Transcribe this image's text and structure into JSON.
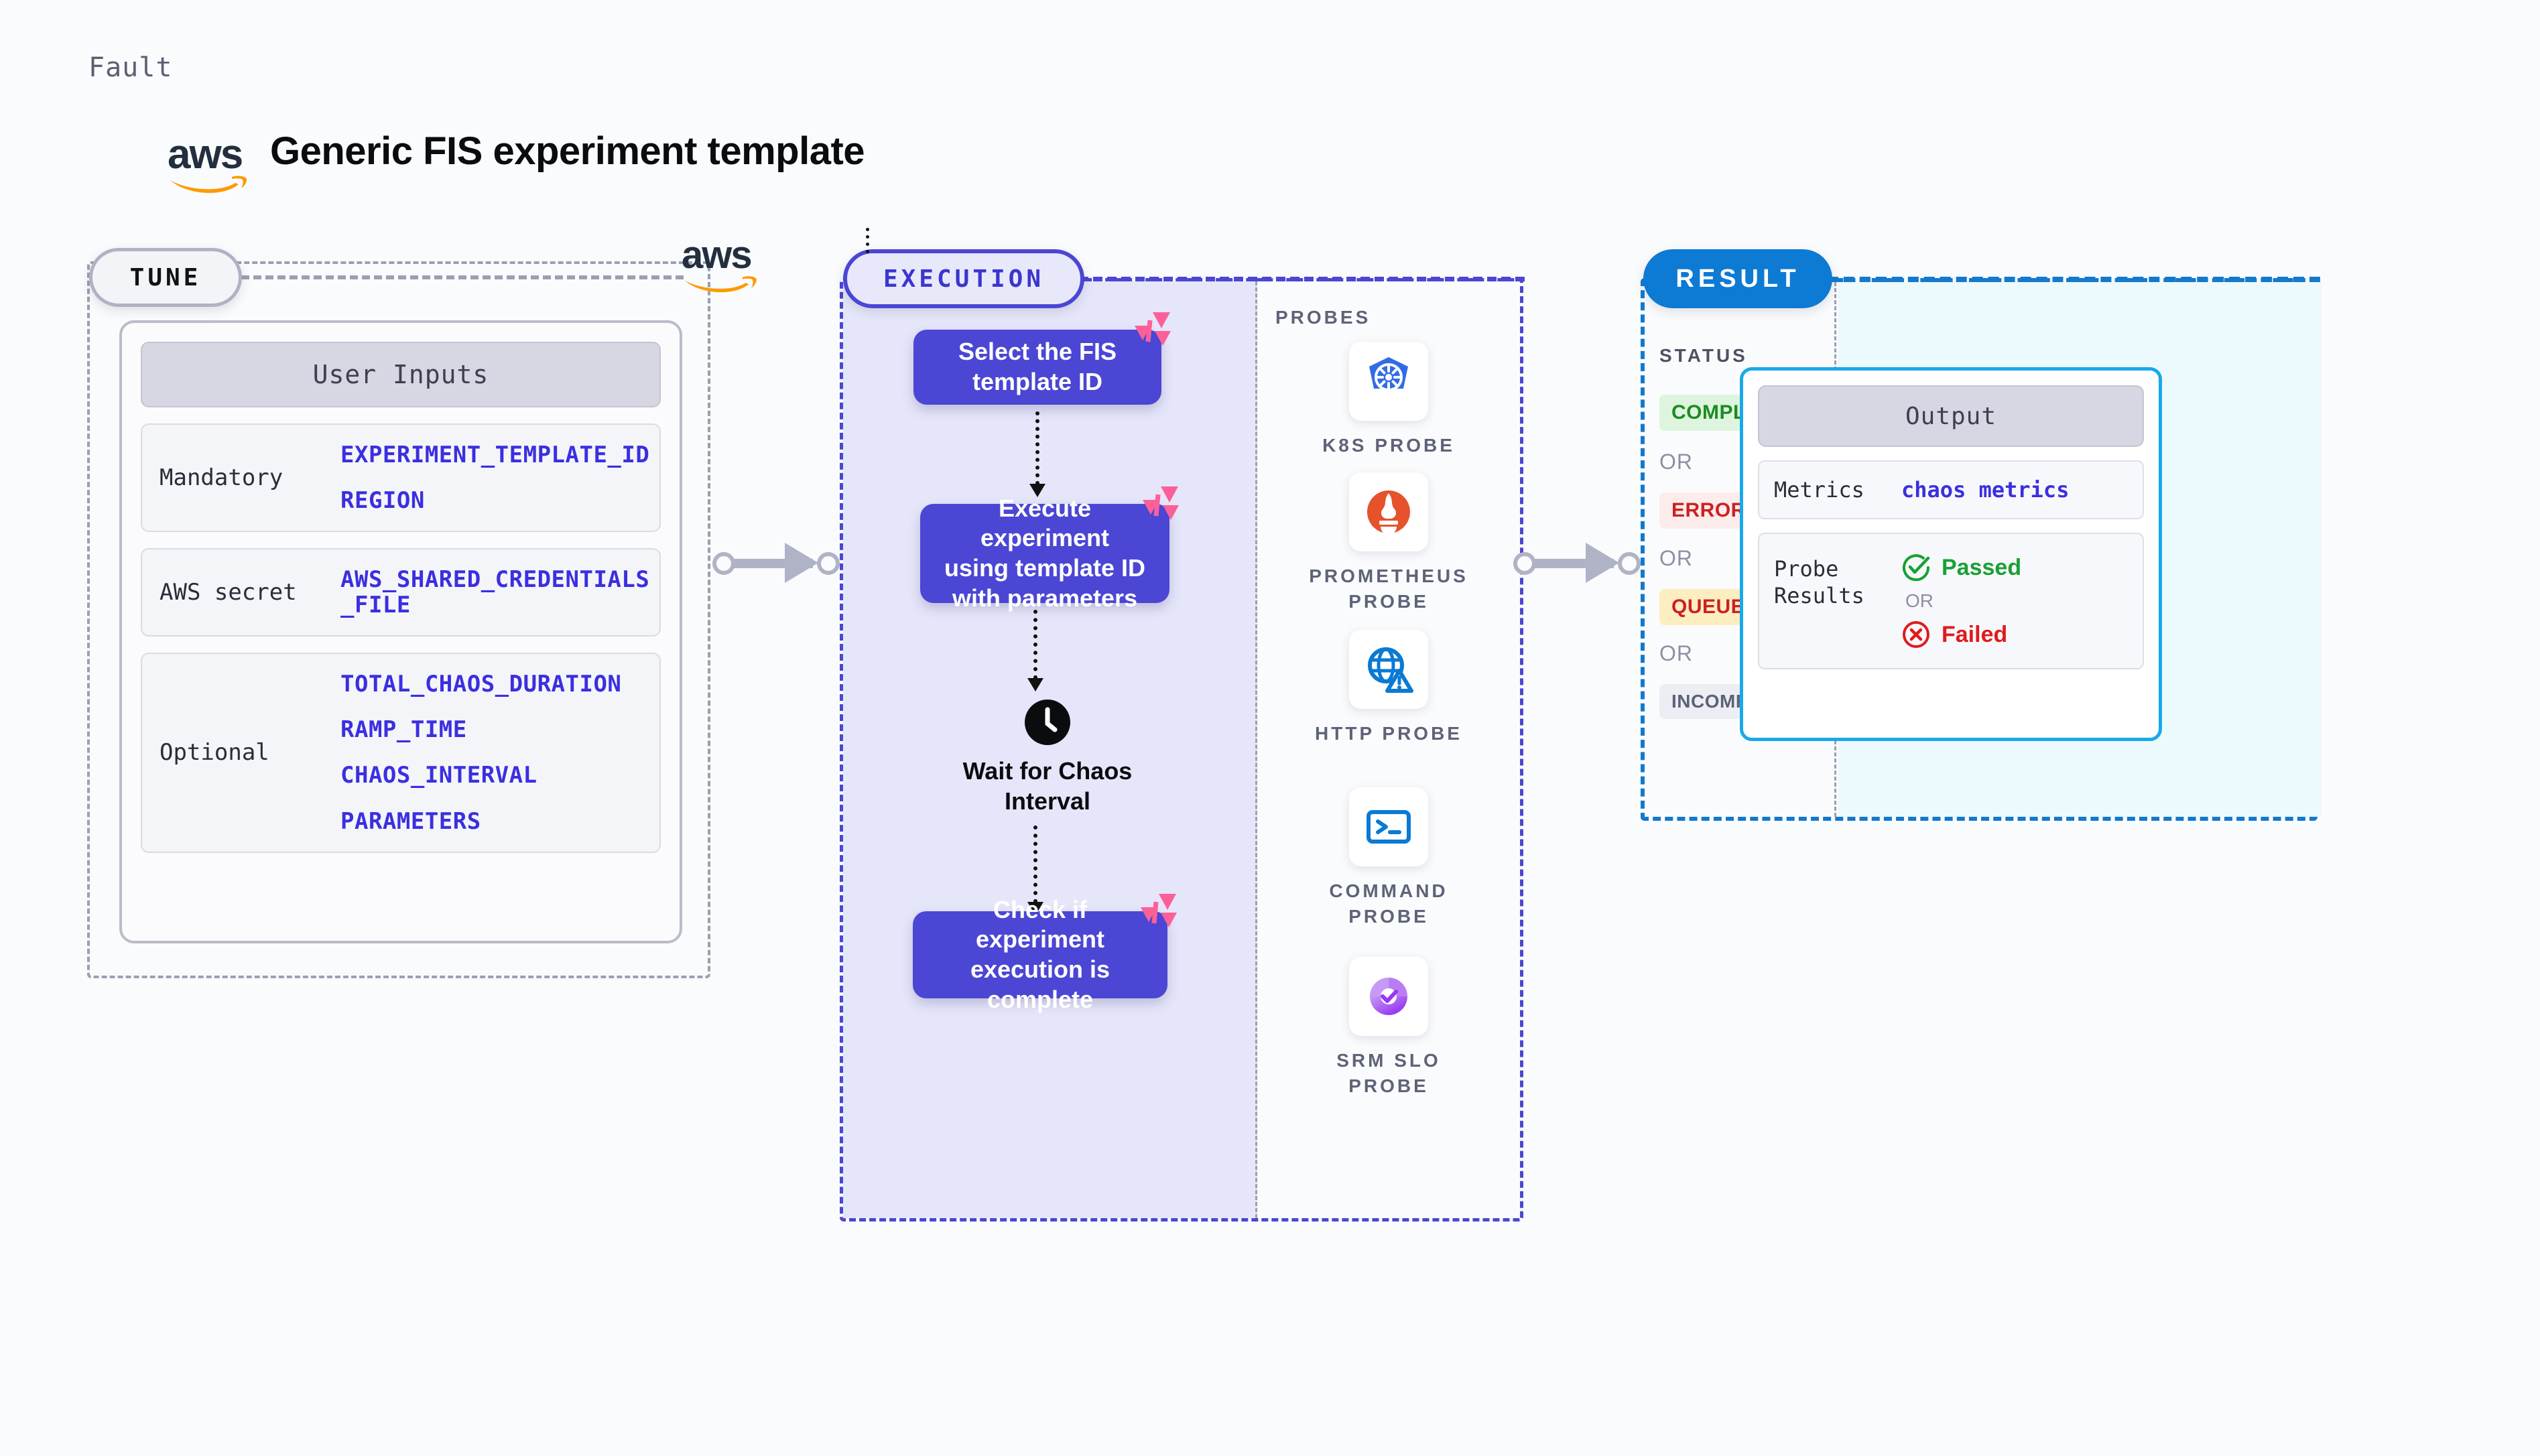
{
  "header": {
    "eyebrow": "Fault",
    "title": "Generic FIS experiment template",
    "brand_logo": "aws-logo"
  },
  "tune": {
    "badge": "TUNE",
    "card_header": "User Inputs",
    "groups": [
      {
        "label": "Mandatory",
        "vars": [
          "EXPERIMENT_TEMPLATE_ID",
          "REGION"
        ]
      },
      {
        "label": "AWS secret",
        "vars": [
          "AWS_SHARED_CREDENTIALS\n_FILE"
        ]
      },
      {
        "label": "Optional",
        "vars": [
          "TOTAL_CHAOS_DURATION",
          "RAMP_TIME",
          "CHAOS_INTERVAL",
          "PARAMETERS"
        ]
      }
    ]
  },
  "execution": {
    "badge": "EXECUTION",
    "steps": [
      {
        "text": "Select the FIS\ntemplate ID",
        "litmus_badge": true
      },
      {
        "text": "Execute experiment\nusing template ID\nwith parameters",
        "litmus_badge": true
      },
      {
        "text": "Wait for Chaos\nInterval",
        "icon": "clock-icon",
        "plain": true
      },
      {
        "text": "Check if experiment\nexecution is complete",
        "litmus_badge": true
      }
    ],
    "probes_title": "PROBES",
    "probes": [
      {
        "label": "K8S PROBE",
        "icon": "kubernetes-icon"
      },
      {
        "label": "PROMETHEUS\nPROBE",
        "icon": "prometheus-icon"
      },
      {
        "label": "HTTP PROBE",
        "icon": "http-globe-icon"
      },
      {
        "label": "COMMAND\nPROBE",
        "icon": "terminal-icon"
      },
      {
        "label": "SRM SLO\nPROBE",
        "icon": "srm-slo-icon"
      }
    ]
  },
  "result": {
    "badge": "RESULT",
    "status_title": "STATUS",
    "statuses": [
      {
        "label": "COMPLETED",
        "bg": "#ddf5de",
        "fg": "#1d8b23"
      },
      {
        "label": "ERRORED",
        "bg": "#fdecec",
        "fg": "#cc2121"
      },
      {
        "label": "QUEUED",
        "bg": "#fdeec2",
        "fg": "#cc2121"
      },
      {
        "label": "INCOMPLETED",
        "bg": "#eceef4",
        "fg": "#5c6276"
      }
    ],
    "or_text": "OR",
    "output": {
      "header": "Output",
      "metrics_label": "Metrics",
      "metrics_value": "chaos metrics",
      "probe_results_label": "Probe\nResults",
      "passed": "Passed",
      "failed": "Failed",
      "or_text": "OR"
    }
  },
  "colors": {
    "accent_purple": "#4b46d4",
    "accent_blue": "#0d7ad4",
    "accent_cyan": "#18a9e8",
    "litmus_pink": "#fc6098",
    "aws_orange": "#ff9900",
    "passed_green": "#18a034",
    "failed_red": "#e01b1b"
  }
}
